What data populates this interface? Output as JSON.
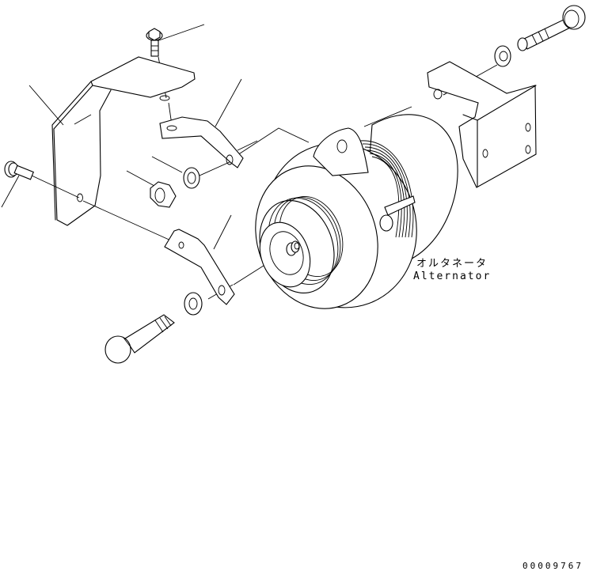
{
  "diagram": {
    "type": "exploded-parts-illustration",
    "component_label_jp": "オルタネータ",
    "component_label_en": "Alternator",
    "drawing_number": "00009767",
    "parts": [
      {
        "id": "alternator",
        "label": "Alternator"
      },
      {
        "id": "mounting-bracket-left",
        "label": ""
      },
      {
        "id": "mounting-bracket-right",
        "label": ""
      },
      {
        "id": "upper-stay",
        "label": ""
      },
      {
        "id": "lower-stay",
        "label": ""
      },
      {
        "id": "flange-bolt-top",
        "label": ""
      },
      {
        "id": "flange-bolt-left",
        "label": ""
      },
      {
        "id": "long-bolt-top-right",
        "label": ""
      },
      {
        "id": "long-bolt-bottom",
        "label": ""
      },
      {
        "id": "washer-upper",
        "label": ""
      },
      {
        "id": "washer-lower",
        "label": ""
      },
      {
        "id": "washer-top-right",
        "label": ""
      },
      {
        "id": "nut",
        "label": ""
      }
    ],
    "colors": {
      "line": "#000000",
      "background": "#ffffff"
    }
  }
}
